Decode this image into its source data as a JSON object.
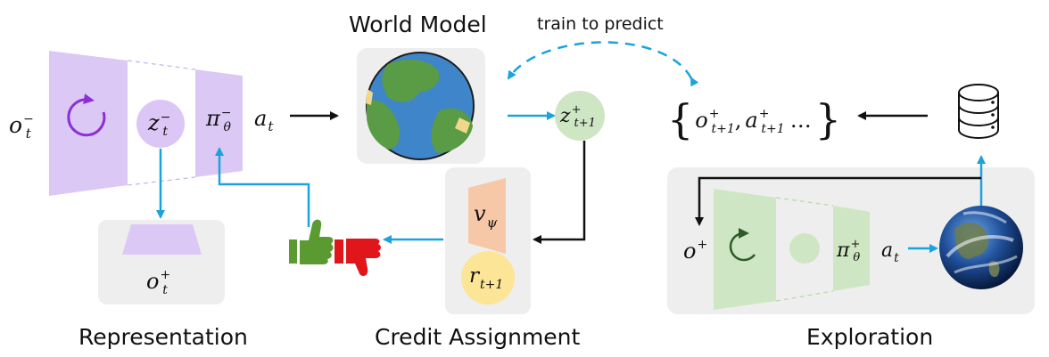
{
  "captions": {
    "world_model": "World Model",
    "train": "train to predict",
    "representation": "Representation",
    "credit": "Credit  Assignment",
    "exploration": "Exploration"
  },
  "math": {
    "o_minus_base": "o",
    "o_minus_sub": "t",
    "o_minus_sup": "−",
    "z_minus_base": "z",
    "z_minus_sub": "t",
    "z_minus_sup": "−",
    "pi_minus_base": "π",
    "pi_minus_sub": "θ",
    "pi_minus_sup": "−",
    "a_base": "a",
    "a_sub": "t",
    "o_plus_rep_base": "o",
    "o_plus_rep_sub": "t",
    "o_plus_rep_sup": "+",
    "z_next_base": "z",
    "z_next_sub": "t+1",
    "z_next_sup": "+",
    "set_brace_open": "{",
    "set_brace_close": "}",
    "set_o_base": "o",
    "set_o_sub": "t+1",
    "set_o_sup": "+",
    "set_comma": ",",
    "set_a_base": "a",
    "set_a_sub": "t+1",
    "set_a_sup": "+",
    "set_dots": "…",
    "v_base": "v",
    "v_sub": "ψ",
    "r_base": "r",
    "r_sub": "t+1",
    "o_plus_exp_base": "o",
    "o_plus_exp_sup": "+",
    "pi_plus_base": "π",
    "pi_plus_sub": "θ",
    "pi_plus_sup": "+",
    "a_exp_base": "a",
    "a_exp_sub": "t"
  },
  "colors": {
    "purple_light": "#dcc8f5",
    "purple_circle": "#dcc6f5",
    "purple_arrow": "#8b2fd6",
    "green_light": "#cfe6c4",
    "green_arrow": "#2e5b2a",
    "orange": "#f7c8a7",
    "yellow": "#fce596",
    "panel_gray": "#eeeeee",
    "blue_arrow": "#1aa3dd",
    "thumb_up": "#5a9a31",
    "thumb_down": "#e0161b"
  },
  "icons": [
    "circular-arrow-icon",
    "globe-cartoon-icon",
    "database-icon",
    "thumbs-up-icon",
    "thumbs-down-icon",
    "earth-photo-icon"
  ]
}
